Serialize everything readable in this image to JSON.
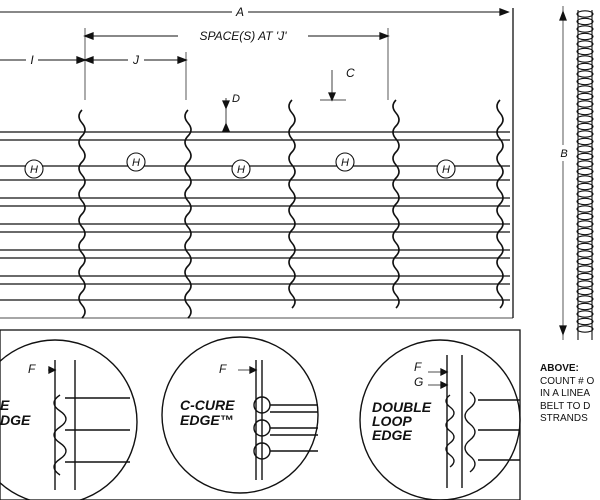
{
  "dimensions": {
    "a": "A",
    "spaces": "SPACE(S)  AT  'J'",
    "i": "I",
    "j": "J",
    "c": "C",
    "d": "D",
    "b": "B",
    "f1": "F",
    "f2": "F",
    "f3": "F",
    "g": "G"
  },
  "hinge_markers": [
    "H",
    "H",
    "H",
    "H",
    "H"
  ],
  "edge_types": {
    "first": [
      "E",
      "DGE"
    ],
    "second": [
      "C-CURE",
      "EDGE™"
    ],
    "third": [
      "DOUBLE",
      "LOOP",
      "EDGE"
    ]
  },
  "note": {
    "heading": "ABOVE:",
    "lines": [
      "COUNT # O",
      "IN A LINEA",
      "BELT TO D",
      "STRANDS"
    ]
  }
}
